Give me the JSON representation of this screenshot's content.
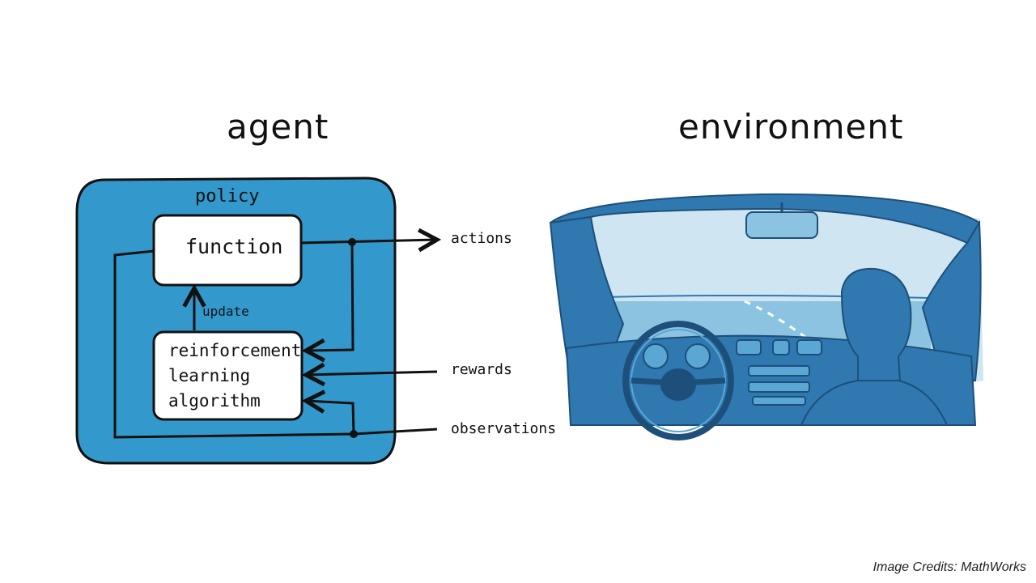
{
  "agent": {
    "title": "agent",
    "policy_label": "policy",
    "function_label": "function",
    "update_label": "update",
    "algorithm_label": "reinforcement\nlearning\nalgorithm"
  },
  "environment": {
    "title": "environment",
    "illustration": "car-windshield-driver-view"
  },
  "signals": {
    "actions": "actions",
    "rewards": "rewards",
    "observations": "observations"
  },
  "credit": "Image Credits: MathWorks",
  "colors": {
    "agent_fill": "#3399cc",
    "ink": "#111111",
    "env_dark": "#2f78b0",
    "env_light": "#cfe6f2",
    "env_mid": "#8cc3e0"
  }
}
